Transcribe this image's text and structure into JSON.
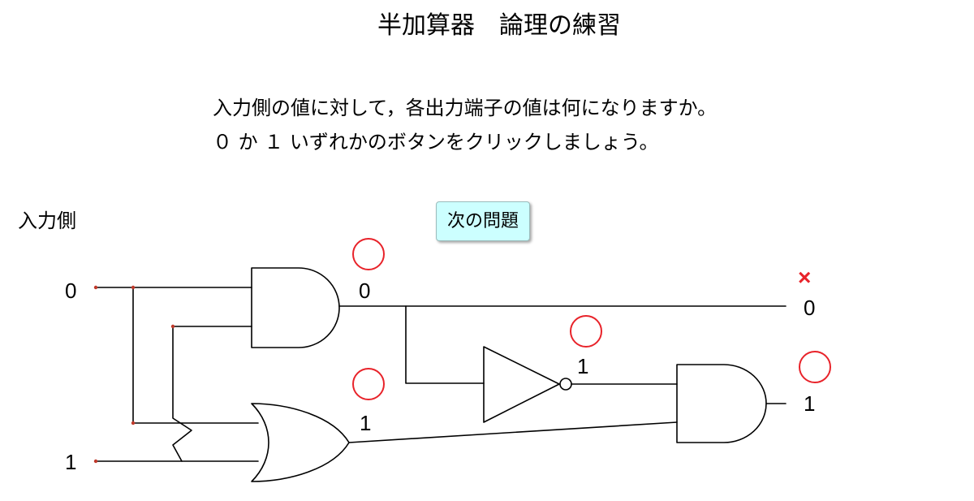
{
  "title": "半加算器　論理の練習",
  "instructions": {
    "line1": "入力側の値に対して，各出力端子の値は何になりますか。",
    "line2": "０ か １ いずれかのボタンをクリックしましょう。"
  },
  "input_side_label": "入力側",
  "next_button_label": "次の問題",
  "inputs": {
    "a": "0",
    "b": "1"
  },
  "gate_outputs": {
    "and_gate": {
      "value": "0",
      "mark": "correct"
    },
    "or_gate": {
      "value": "1",
      "mark": "correct"
    },
    "not_gate": {
      "value": "1",
      "mark": "correct"
    }
  },
  "output_terminals": {
    "carry": {
      "value": "0",
      "mark": "incorrect"
    },
    "sum": {
      "value": "1",
      "mark": "correct"
    }
  },
  "marks": {
    "correct_symbol": "circle",
    "incorrect_symbol": "×"
  },
  "colors": {
    "mark_red": "#e8232a",
    "button_bg": "#ccffff",
    "wire": "#000000"
  }
}
